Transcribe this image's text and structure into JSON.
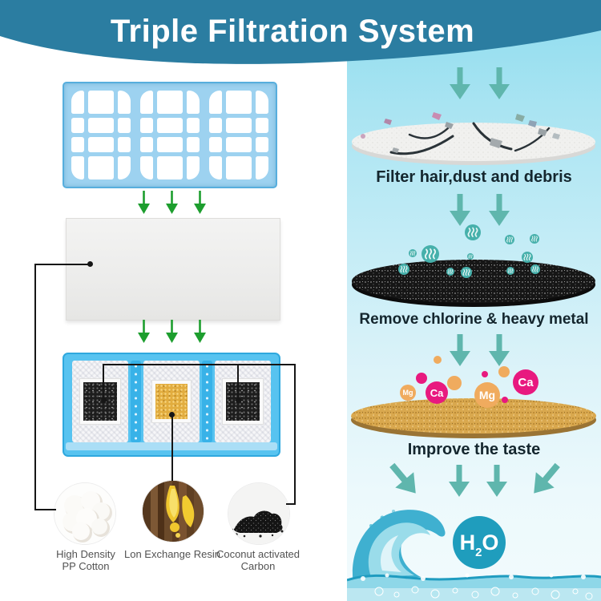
{
  "banner": {
    "title": "Triple Filtration System"
  },
  "left_column": {
    "component_labels": {
      "cotton_line1": "High Density",
      "cotton_line2": "PP Cotton",
      "resin": "Lon Exchange Resin",
      "carbon_line1": "Coconut activated",
      "carbon_line2": "Carbon"
    }
  },
  "right_column": {
    "step1_caption": "Filter hair,dust and debris",
    "step2_caption": "Remove chlorine & heavy metal",
    "step3_caption": "Improve the taste",
    "ions": {
      "mg": "Mg",
      "ca": "Ca"
    },
    "water": {
      "formula_main": "H",
      "formula_sub": "2",
      "formula_end": "O"
    }
  },
  "colors": {
    "banner_teal": "#2b7da1",
    "panel_blue_top": "#8edcee",
    "flow_arrow_teal": "#5fb6ad",
    "down_arrow_green": "#1d9e2e",
    "ca_pink": "#e8197f",
    "mg_orange": "#f0ab5e",
    "h2o_circle": "#1f9dbd",
    "resin_gold": "#d9a84e",
    "tray_blue": "#57c3f0"
  }
}
